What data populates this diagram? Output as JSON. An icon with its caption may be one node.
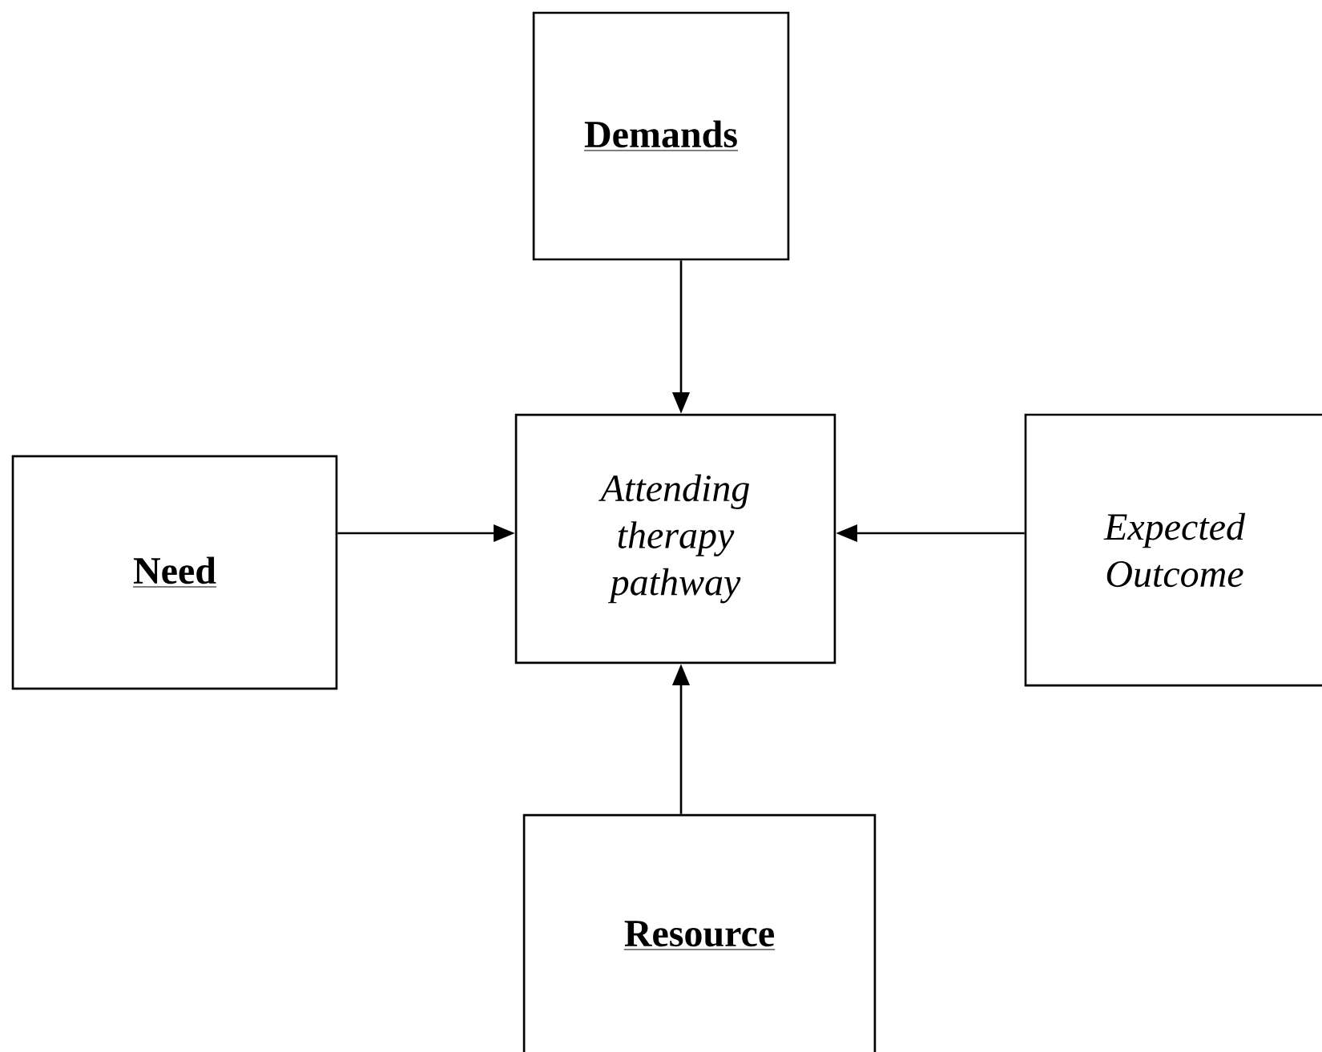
{
  "diagram": {
    "nodes": [
      {
        "text": [
          "Demands"
        ]
      },
      {
        "text": [
          "Need"
        ]
      },
      {
        "text": [
          "Attending therapy pathway"
        ]
      },
      {
        "text": [
          "Expected Outcome"
        ]
      },
      {
        "text": [
          "Resource"
        ]
      }
    ],
    "edges": [
      {
        "from": 0,
        "to": 2,
        "arrow": "to"
      },
      {
        "from": 1,
        "to": 2,
        "arrow": "to"
      },
      {
        "from": 3,
        "to": 2,
        "arrow": "to"
      },
      {
        "from": 4,
        "to": 2,
        "arrow": "to"
      }
    ]
  }
}
